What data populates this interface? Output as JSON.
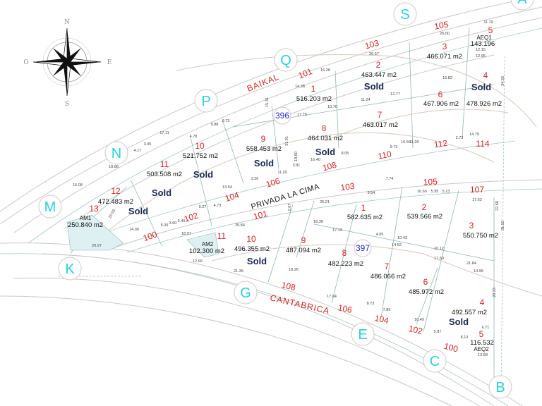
{
  "compass": {
    "north": "N",
    "south": "S",
    "east": "E",
    "west": "O"
  },
  "streets": {
    "baikal": "BAIKAL",
    "privada": "PRIVADA LA CIMA",
    "cantabrica": "CANTABRICA"
  },
  "blocks": [
    "396",
    "397"
  ],
  "markers": [
    "S",
    "Q",
    "P",
    "N",
    "M",
    "K",
    "G",
    "E",
    "C",
    "B",
    "A"
  ],
  "block_396_lots": [
    {
      "number": "1",
      "area": "516.203 m2",
      "status": ""
    },
    {
      "number": "2",
      "area": "463.447 m2",
      "status": "Sold"
    },
    {
      "number": "3",
      "area": "466.071 m2",
      "status": ""
    },
    {
      "number": "4",
      "area": "478.926 m2",
      "status": "Sold"
    },
    {
      "number": "5",
      "code": "AEQ1",
      "area": "143.196",
      "status": ""
    },
    {
      "number": "6",
      "area": "467.906 m2",
      "status": ""
    },
    {
      "number": "7",
      "area": "463.017 m2",
      "status": ""
    },
    {
      "number": "8",
      "area": "464.031 m2",
      "status": "Sold"
    },
    {
      "number": "9",
      "area": "558.453 m2",
      "status": "Sold"
    },
    {
      "number": "10",
      "area": "521.752 m2",
      "status": "Sold"
    },
    {
      "number": "11",
      "area": "503.508 m2",
      "status": "Sold"
    },
    {
      "number": "12",
      "area": "472.483 m2",
      "status": "Sold"
    },
    {
      "number": "13",
      "code": "AM1",
      "area": "250.840 m2",
      "status": ""
    }
  ],
  "block_397_lots": [
    {
      "number": "1",
      "area": "582.635 m2",
      "status": ""
    },
    {
      "number": "2",
      "area": "539.566 m2",
      "status": ""
    },
    {
      "number": "3",
      "area": "550.750 m2",
      "status": ""
    },
    {
      "number": "4",
      "area": "492.557 m2",
      "status": "Sold"
    },
    {
      "number": "5",
      "code": "AEQ2",
      "area": "116.532",
      "status": ""
    },
    {
      "number": "6",
      "area": "485.972 m2",
      "status": ""
    },
    {
      "number": "7",
      "area": "486.066 m2",
      "status": ""
    },
    {
      "number": "8",
      "area": "482.223 m2",
      "status": ""
    },
    {
      "number": "9",
      "area": "487.094 m2",
      "status": ""
    },
    {
      "number": "10",
      "area": "496.355 m2",
      "status": "Sold"
    },
    {
      "number": "11",
      "code": "AM2",
      "area": "102.300 m2",
      "status": ""
    }
  ],
  "stations": {
    "baikal": [
      "101",
      "103",
      "105"
    ],
    "privada_north": [
      "104",
      "106",
      "108",
      "110",
      "112",
      "114"
    ],
    "privada_south": [
      "100",
      "102",
      "101",
      "103",
      "105",
      "107"
    ],
    "cantabrica": [
      "108",
      "106",
      "104",
      "102",
      "100"
    ]
  },
  "dimensions": [
    "26.00",
    "11.79",
    "26.57",
    "16.28",
    "14.38",
    "12.15",
    "12.95",
    "16.82",
    "12.77",
    "11.24",
    "10.76",
    "17.76",
    "15.31",
    "31.91",
    "18.60",
    "9.73",
    "11.00",
    "8.05",
    "16.40",
    "3.81",
    "11.20",
    "16.56",
    "2.73",
    "14.79",
    "3.73",
    "9.88",
    "4.78",
    "17.11",
    "3.05",
    "4.17",
    "18.88",
    "15.08",
    "20.53",
    "20.97",
    "14.00",
    "5.00",
    "3.60",
    "5.40",
    "9.27",
    "4.73",
    "13.54",
    "3.26",
    "7.74",
    "9.54",
    "10.65",
    "5.95",
    "5.13",
    "17.62",
    "25.21",
    "2.67",
    "18.36",
    "17.13",
    "4.09",
    "10.43",
    "14.52",
    "10.12",
    "17.50",
    "21.84",
    "14.96",
    "25.84",
    "18.97",
    "12.66",
    "21.36",
    "18.26",
    "17.04",
    "8.73",
    "7.89",
    "16.49",
    "5.87",
    "8.13",
    "12.58",
    "6.71",
    "20.33",
    "31.52",
    "22.68",
    "34.66"
  ]
}
